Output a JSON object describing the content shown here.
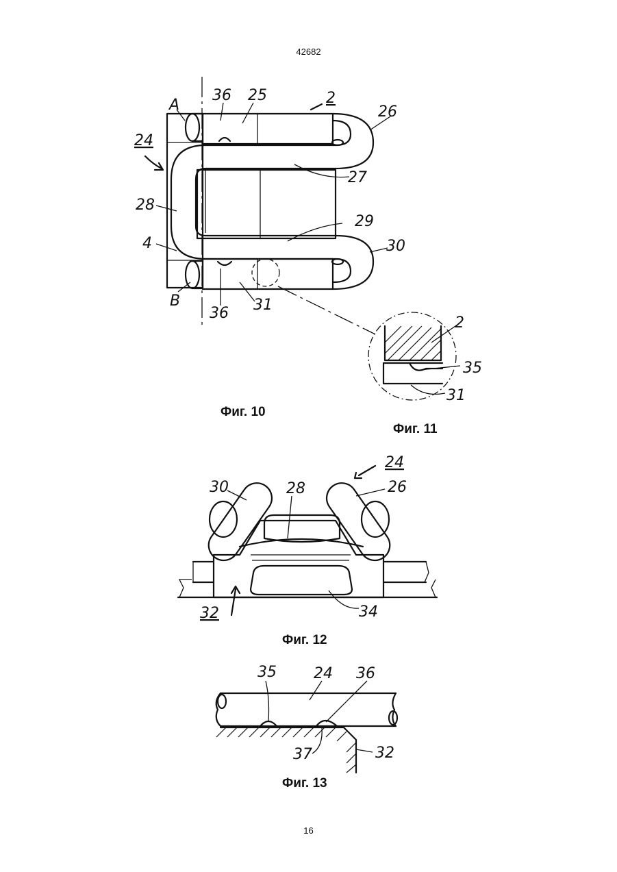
{
  "document": {
    "header_number": "42682",
    "footer_page": "16"
  },
  "figures": [
    {
      "caption": "Фиг. 10",
      "labels": [
        "A",
        "36",
        "25",
        "2",
        "26",
        "24",
        "27",
        "28",
        "29",
        "4",
        "30",
        "B",
        "36",
        "31"
      ]
    },
    {
      "caption": "Фиг. 11",
      "labels": [
        "2",
        "35",
        "31"
      ]
    },
    {
      "caption": "Фиг. 12",
      "labels": [
        "24",
        "30",
        "28",
        "26",
        "32",
        "34"
      ]
    },
    {
      "caption": "Фиг. 13",
      "labels": [
        "35",
        "24",
        "36",
        "37",
        "32"
      ]
    }
  ]
}
